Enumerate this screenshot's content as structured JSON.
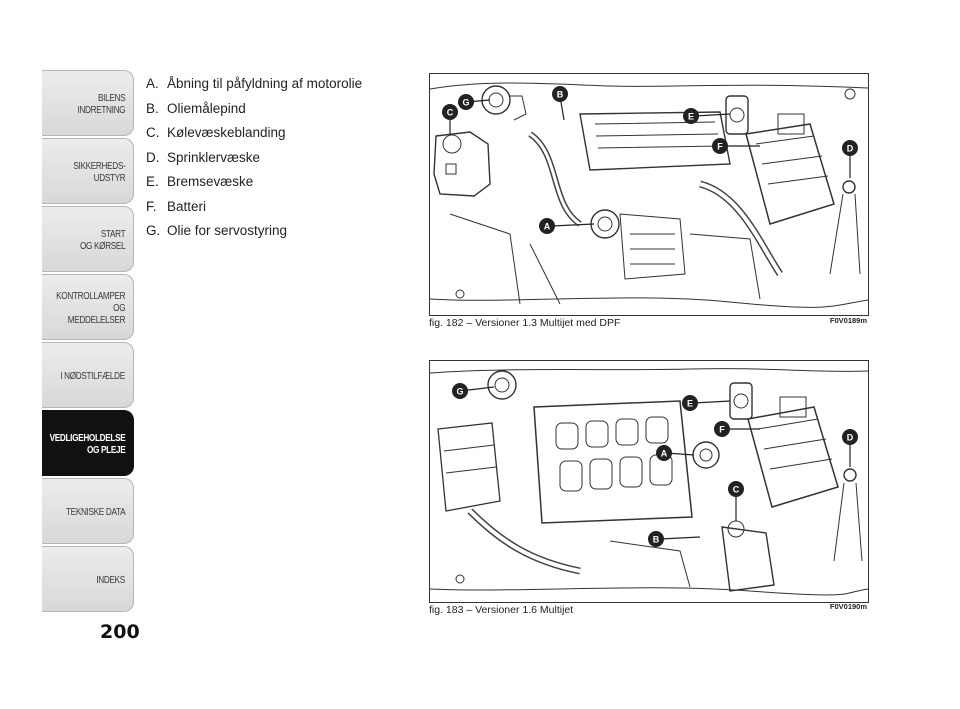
{
  "sidebar": {
    "tabs": [
      {
        "label": "BILENS\nINDRETNING"
      },
      {
        "label": "SIKKERHEDS-\nUDSTYR"
      },
      {
        "label": "START\nOG KØRSEL"
      },
      {
        "label": "KONTROLLAMPER\nOG MEDDELELSER"
      },
      {
        "label": "I NØDSTILFÆLDE"
      },
      {
        "label": "VEDLIGEHOLDELSE\nOG PLEJE",
        "active": true
      },
      {
        "label": "TEKNISKE DATA"
      },
      {
        "label": "INDEKS"
      }
    ]
  },
  "page_number": "200",
  "legend": [
    {
      "key": "A.",
      "text": "Åbning til påfyldning af motorolie"
    },
    {
      "key": "B.",
      "text": "Oliemålepind"
    },
    {
      "key": "C.",
      "text": "Kølevæskeblanding"
    },
    {
      "key": "D.",
      "text": "Sprinklervæske"
    },
    {
      "key": "E.",
      "text": "Bremsevæske"
    },
    {
      "key": "F.",
      "text": "Batteri"
    },
    {
      "key": "G.",
      "text": "Olie for servostyring"
    }
  ],
  "figures": [
    {
      "caption": "fig. 182 – Versioner 1.3 Multijet med DPF",
      "code": "F0V0189m",
      "markers": [
        "G",
        "C",
        "B",
        "E",
        "F",
        "D",
        "A"
      ]
    },
    {
      "caption": "fig. 183 – Versioner 1.6 Multijet",
      "code": "F0V0190m",
      "markers": [
        "G",
        "E",
        "F",
        "D",
        "A",
        "C",
        "B"
      ]
    }
  ],
  "colors": {
    "active_tab": "#111111",
    "tab": "#dedede",
    "marker": "#222222"
  }
}
